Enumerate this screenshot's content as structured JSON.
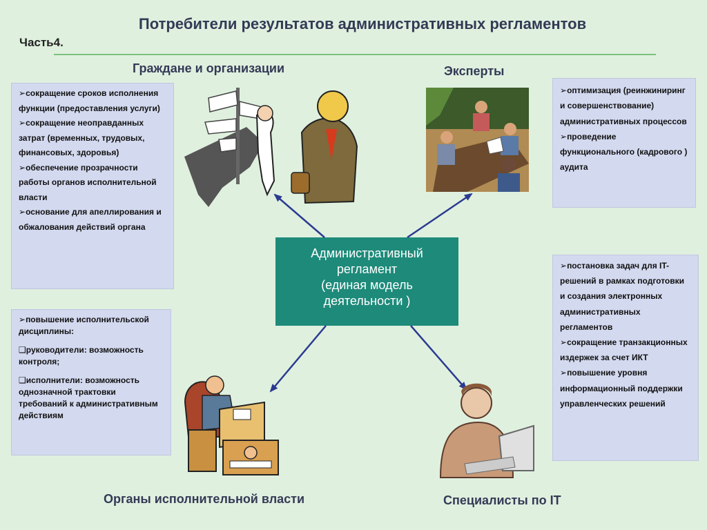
{
  "title": "Потребители результатов административных регламентов",
  "part": "Часть4.",
  "headings": {
    "citizens": "Граждане и организации",
    "experts": "Эксперты",
    "executive": "Органы исполнительной власти",
    "it": "Специалисты по IT"
  },
  "center": {
    "line1": "Административный",
    "line2": "регламент",
    "line3": "(единая модель",
    "line4": "деятельности )"
  },
  "citizens_box": {
    "items": [
      "сокращение сроков исполнения функции (предоставления услуги)",
      "сокращение неоправданных затрат (временных, трудовых, финансовых, здоровья)",
      "обеспечение прозрачности работы органов исполнительной власти",
      "основание для апеллирования и обжалования действий органа"
    ]
  },
  "experts_box": {
    "items": [
      "оптимизация (реинжиниринг и совершенствование) административных процессов",
      "проведение функционального (кадрового ) аудита"
    ]
  },
  "it_box": {
    "items": [
      "постановка задач для IT-решений  в рамках подготовки  и создания электронных административных регламентов",
      "сокращение транзакционных издержек за счет ИКТ",
      "повышение уровня информационный поддержки управленческих решений"
    ]
  },
  "executive_box": {
    "item": "повышение исполнительской дисциплины:",
    "sub1": "руководители: возможность контроля;",
    "sub2": "исполнители: возможность однозначной трактовки требований к административным действиям"
  },
  "bullets": {
    "arrow": "➢",
    "square": "❑"
  },
  "colors": {
    "background": "#dff0df",
    "center_box": "#1e8a7a",
    "text_box": "#d3d9ef",
    "arrow": "#2b3a8f",
    "heading": "#333a55"
  }
}
